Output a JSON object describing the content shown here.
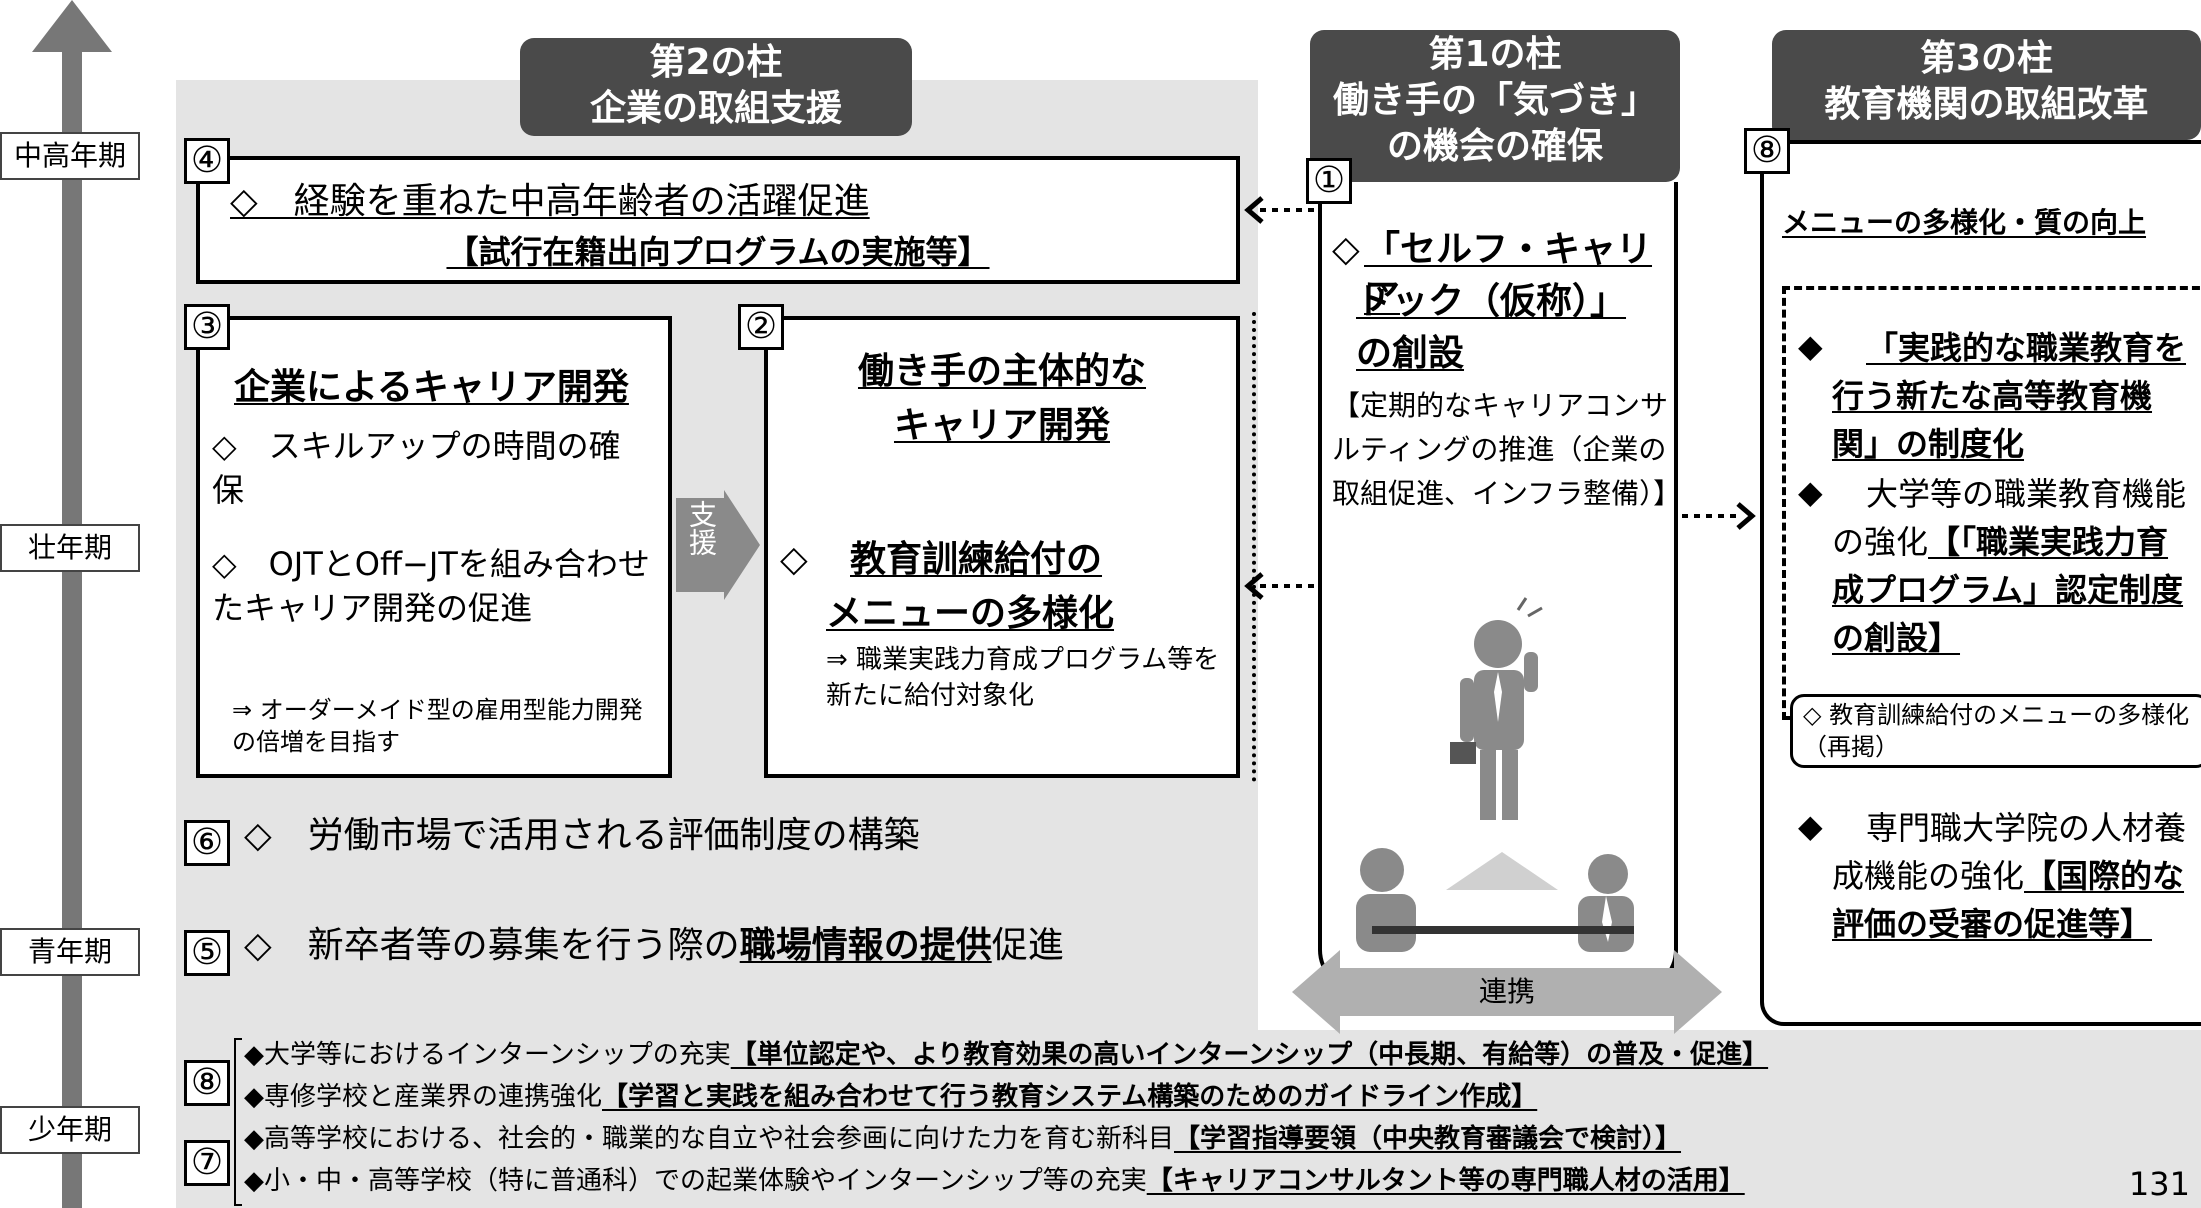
{
  "timeline": {
    "stages": [
      "中高年期",
      "壮年期",
      "青年期",
      "少年期"
    ]
  },
  "pillars": {
    "p2": {
      "line1": "第2の柱",
      "line2": "企業の取組支援"
    },
    "p1": {
      "line1": "第1の柱",
      "line2": "働き手の「気づき」",
      "line3": "の機会の確保"
    },
    "p3": {
      "line1": "第3の柱",
      "line2": "教育機関の取組改革"
    }
  },
  "box4": {
    "num": "④",
    "line1": "◇　経験を重ねた中高年齢者の活躍促進",
    "line2": "【試行在籍出向プログラムの実施等】"
  },
  "box3": {
    "num": "③",
    "title": "企業によるキャリア開発",
    "item1": "◇　スキルアップの時間の確保",
    "item2": "◇　OJTとOff−JTを組み合わせたキャリア開発の促進",
    "note": "⇒ オーダーメイド型の雇用型能力開発の倍増を目指す"
  },
  "support_arrow": "支援",
  "box2": {
    "num": "②",
    "title1": "働き手の主体的な",
    "title2": "キャリア開発",
    "item_prefix": "◇",
    "item1": "教育訓練給付の",
    "item2": "メニューの多様化",
    "note": "⇒ 職業実践力育成プログラム等を新たに給付対象化"
  },
  "box1": {
    "num": "①",
    "title_prefix": "◇",
    "title1": "「セルフ・キャリア",
    "title2": "ドック（仮称）」",
    "title3": "の創設",
    "desc": "【定期的なキャリアコンサルティングの推進（企業の取組促進、インフラ整備）】"
  },
  "box8": {
    "num": "⑧",
    "header": "メニューの多様化・質の向上",
    "item1_prefix": "◆",
    "item1": "「実践的な職業教育を行う新たな高等教育機関」の制度化",
    "item2_prefix": "◆",
    "item2_plain": "大学等の職業教育機能の強化",
    "item2_bold": "【「職業実践力育成プログラム」認定制度の創設】",
    "sub": "◇ 教育訓練給付のメニューの多様化（再掲）",
    "item3_prefix": "◆",
    "item3_plain": "専門職大学院の人材養成機能の強化",
    "item3_bold": "【国際的な評価の受審の促進等】"
  },
  "row6": {
    "num": "⑥",
    "text": "◇　労働市場で活用される評価制度の構築"
  },
  "row5": {
    "num": "⑤",
    "prefix": "◇　新卒者等の募集を行う際の",
    "bold": "職場情報の提供",
    "suffix": "促進"
  },
  "renkei": "連携",
  "bottom": {
    "num8": "⑧",
    "num7": "⑦",
    "rows": [
      {
        "plain": "◆大学等におけるインターンシップの充実",
        "bold": "【単位認定や、より教育効果の高いインターンシップ（中長期、有給等）の普及・促進】"
      },
      {
        "plain": "◆専修学校と産業界の連携強化",
        "bold": "【学習と実践を組み合わせて行う教育システム構築のためのガイドライン作成】"
      },
      {
        "plain": "◆高等学校における、社会的・職業的な自立や社会参画に向けた力を育む新科目",
        "bold": "【学習指導要領（中央教育審議会で検討）】"
      },
      {
        "plain": "◆小・中・高等学校（特に普通科）での起業体験やインターンシップ等の充実",
        "bold": "【キャリアコンサルタント等の専門職人材の活用】"
      }
    ]
  },
  "page_number": "131"
}
